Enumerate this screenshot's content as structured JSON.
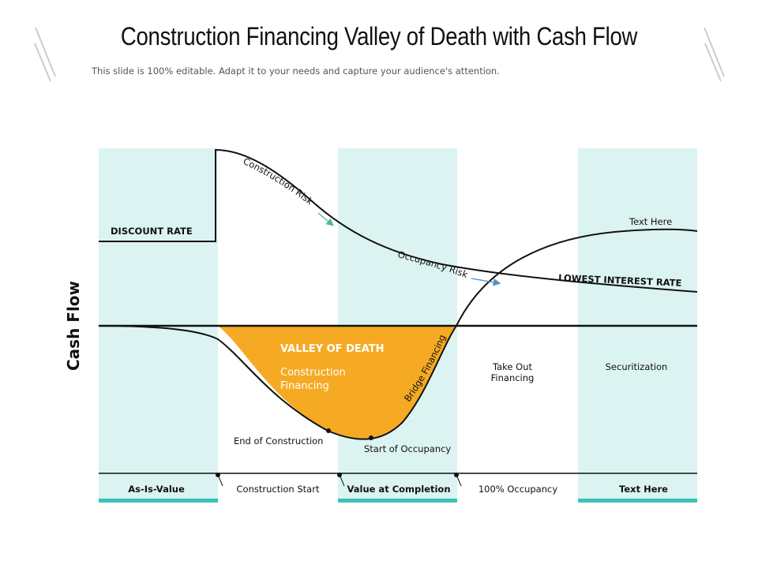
{
  "slide": {
    "title": "Construction Financing Valley of Death with Cash Flow",
    "subtitle": "This slide is 100% editable. Adapt it to your needs and capture your audience's attention."
  },
  "diagram": {
    "y_axis_label": "Cash Flow",
    "curve_labels": {
      "discount_rate": "DISCOUNT RATE",
      "construction_risk": "Construction Risk",
      "occupancy_risk": "Occupancy Risk",
      "lowest_interest_rate": "LOWEST INTEREST RATE",
      "text_here_top": "Text Here",
      "bridge_financing": "Bridge Financing"
    },
    "valley": {
      "title": "VALLEY OF DEATH",
      "line1": "Construction",
      "line2": "Financing"
    },
    "stage_labels": {
      "take_out_line1": "Take Out",
      "take_out_line2": "Financing",
      "securitization": "Securitization",
      "end_of_construction": "End of Construction",
      "start_of_occupancy": "Start of Occupancy"
    },
    "bottom_labels": [
      {
        "text": "As-Is-Value",
        "bold": true
      },
      {
        "text": "Construction Start",
        "bold": false
      },
      {
        "text": "Value at Completion",
        "bold": true
      },
      {
        "text": "100% Occupancy",
        "bold": false
      },
      {
        "text": "Text Here",
        "bold": true
      }
    ],
    "colors": {
      "column_fill": "#dcf4f1",
      "column_accent": "#3cc1b8",
      "valley_fill": "#f6aa23",
      "risk_arrow_green": "#4fb890",
      "risk_arrow_blue": "#4d8fcc",
      "line": "#111111",
      "decor": "#cccccc"
    }
  }
}
